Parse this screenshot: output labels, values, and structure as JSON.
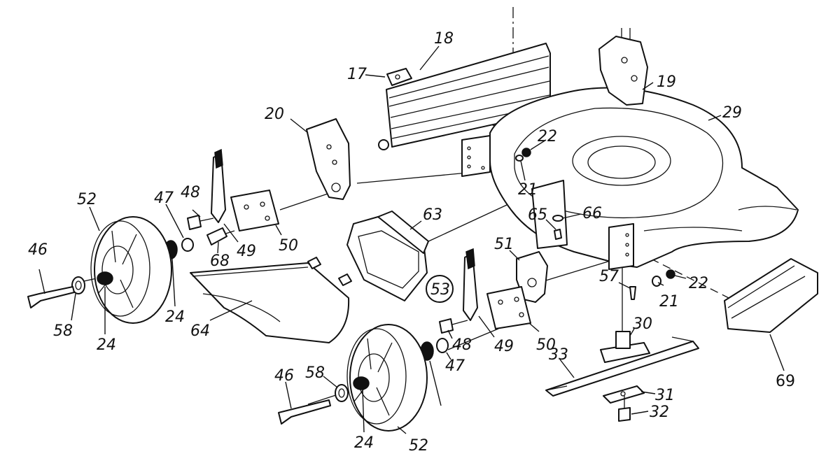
{
  "labels": [
    {
      "key": "n17",
      "text": "17"
    },
    {
      "key": "n18",
      "text": "18"
    },
    {
      "key": "n19",
      "text": "19"
    },
    {
      "key": "n20",
      "text": "20"
    },
    {
      "key": "n21a",
      "text": "21"
    },
    {
      "key": "n21b",
      "text": "21"
    },
    {
      "key": "n22a",
      "text": "22"
    },
    {
      "key": "n22b",
      "text": "22"
    },
    {
      "key": "n24a",
      "text": "24"
    },
    {
      "key": "n24b",
      "text": "24"
    },
    {
      "key": "n24c",
      "text": "24"
    },
    {
      "key": "n29",
      "text": "29"
    },
    {
      "key": "n30",
      "text": "30"
    },
    {
      "key": "n31",
      "text": "31"
    },
    {
      "key": "n32",
      "text": "32"
    },
    {
      "key": "n33",
      "text": "33"
    },
    {
      "key": "n46a",
      "text": "46"
    },
    {
      "key": "n46b",
      "text": "46"
    },
    {
      "key": "n47a",
      "text": "47"
    },
    {
      "key": "n47b",
      "text": "47"
    },
    {
      "key": "n48a",
      "text": "48"
    },
    {
      "key": "n48b",
      "text": "48"
    },
    {
      "key": "n49a",
      "text": "49"
    },
    {
      "key": "n49b",
      "text": "49"
    },
    {
      "key": "n50a",
      "text": "50"
    },
    {
      "key": "n50b",
      "text": "50"
    },
    {
      "key": "n51",
      "text": "51"
    },
    {
      "key": "n52a",
      "text": "52"
    },
    {
      "key": "n52b",
      "text": "52"
    },
    {
      "key": "n53",
      "text": "53"
    },
    {
      "key": "n57",
      "text": "57"
    },
    {
      "key": "n58a",
      "text": "58"
    },
    {
      "key": "n58b",
      "text": "58"
    },
    {
      "key": "n63",
      "text": "63"
    },
    {
      "key": "n64",
      "text": "64"
    },
    {
      "key": "n65",
      "text": "65"
    },
    {
      "key": "n66",
      "text": "66"
    },
    {
      "key": "n68",
      "text": "68"
    },
    {
      "key": "n69",
      "text": "69"
    }
  ]
}
